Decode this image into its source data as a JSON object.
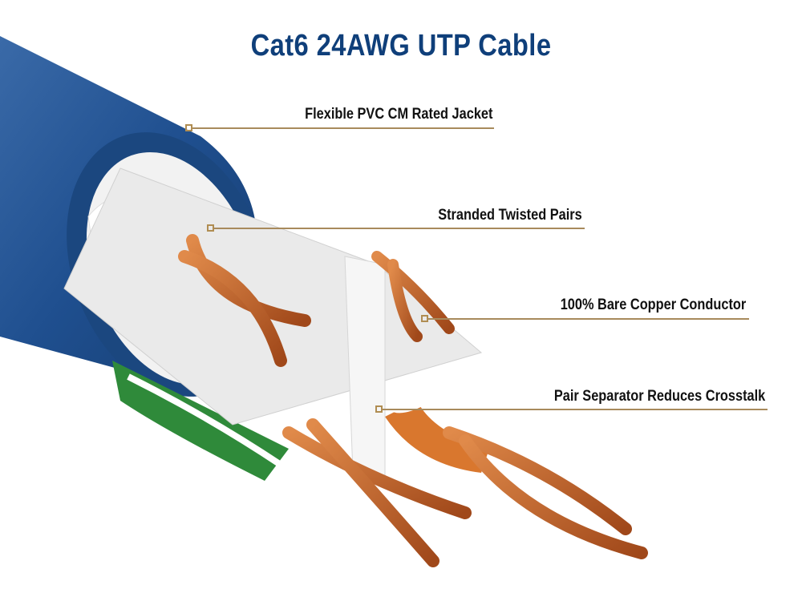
{
  "title": "Cat6 24AWG UTP Cable",
  "colors": {
    "title": "#0f3f7a",
    "jacket": "#1f4f8f",
    "leader_line": "#a88a5c",
    "copper": "#c8652a",
    "separator": "#eeeeee"
  },
  "callouts": [
    {
      "label": "Flexible PVC CM Rated Jacket"
    },
    {
      "label": "Stranded Twisted Pairs"
    },
    {
      "label": "100% Bare Copper Conductor"
    },
    {
      "label": "Pair Separator Reduces Crosstalk"
    }
  ]
}
